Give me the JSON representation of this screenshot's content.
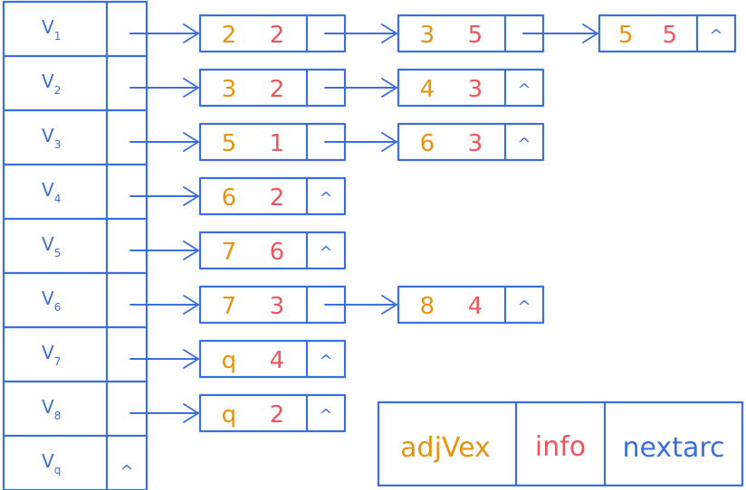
{
  "vertices": [
    {
      "name": "V",
      "sub": "1"
    },
    {
      "name": "V",
      "sub": "2"
    },
    {
      "name": "V",
      "sub": "3"
    },
    {
      "name": "V",
      "sub": "4"
    },
    {
      "name": "V",
      "sub": "5"
    },
    {
      "name": "V",
      "sub": "6"
    },
    {
      "name": "V",
      "sub": "7"
    },
    {
      "name": "V",
      "sub": "8"
    },
    {
      "name": "V",
      "sub": "q"
    }
  ],
  "null_symbol": "^",
  "lists": [
    [
      {
        "adjvex": "2",
        "info": "2"
      },
      {
        "adjvex": "3",
        "info": "5"
      },
      {
        "adjvex": "5",
        "info": "5"
      }
    ],
    [
      {
        "adjvex": "3",
        "info": "2"
      },
      {
        "adjvex": "4",
        "info": "3"
      }
    ],
    [
      {
        "adjvex": "5",
        "info": "1"
      },
      {
        "adjvex": "6",
        "info": "3"
      }
    ],
    [
      {
        "adjvex": "6",
        "info": "2"
      }
    ],
    [
      {
        "adjvex": "7",
        "info": "6"
      }
    ],
    [
      {
        "adjvex": "7",
        "info": "3"
      },
      {
        "adjvex": "8",
        "info": "4"
      }
    ],
    [
      {
        "adjvex": "q",
        "info": "4"
      }
    ],
    [
      {
        "adjvex": "q",
        "info": "2"
      }
    ],
    []
  ],
  "legend": {
    "adjvex": "adjVex",
    "info": "info",
    "nextarc": "nextarc"
  },
  "colors": {
    "stroke": "#3b6fe0",
    "adjvex": "#e69410",
    "info": "#f0555e",
    "background": "#ffffff"
  }
}
